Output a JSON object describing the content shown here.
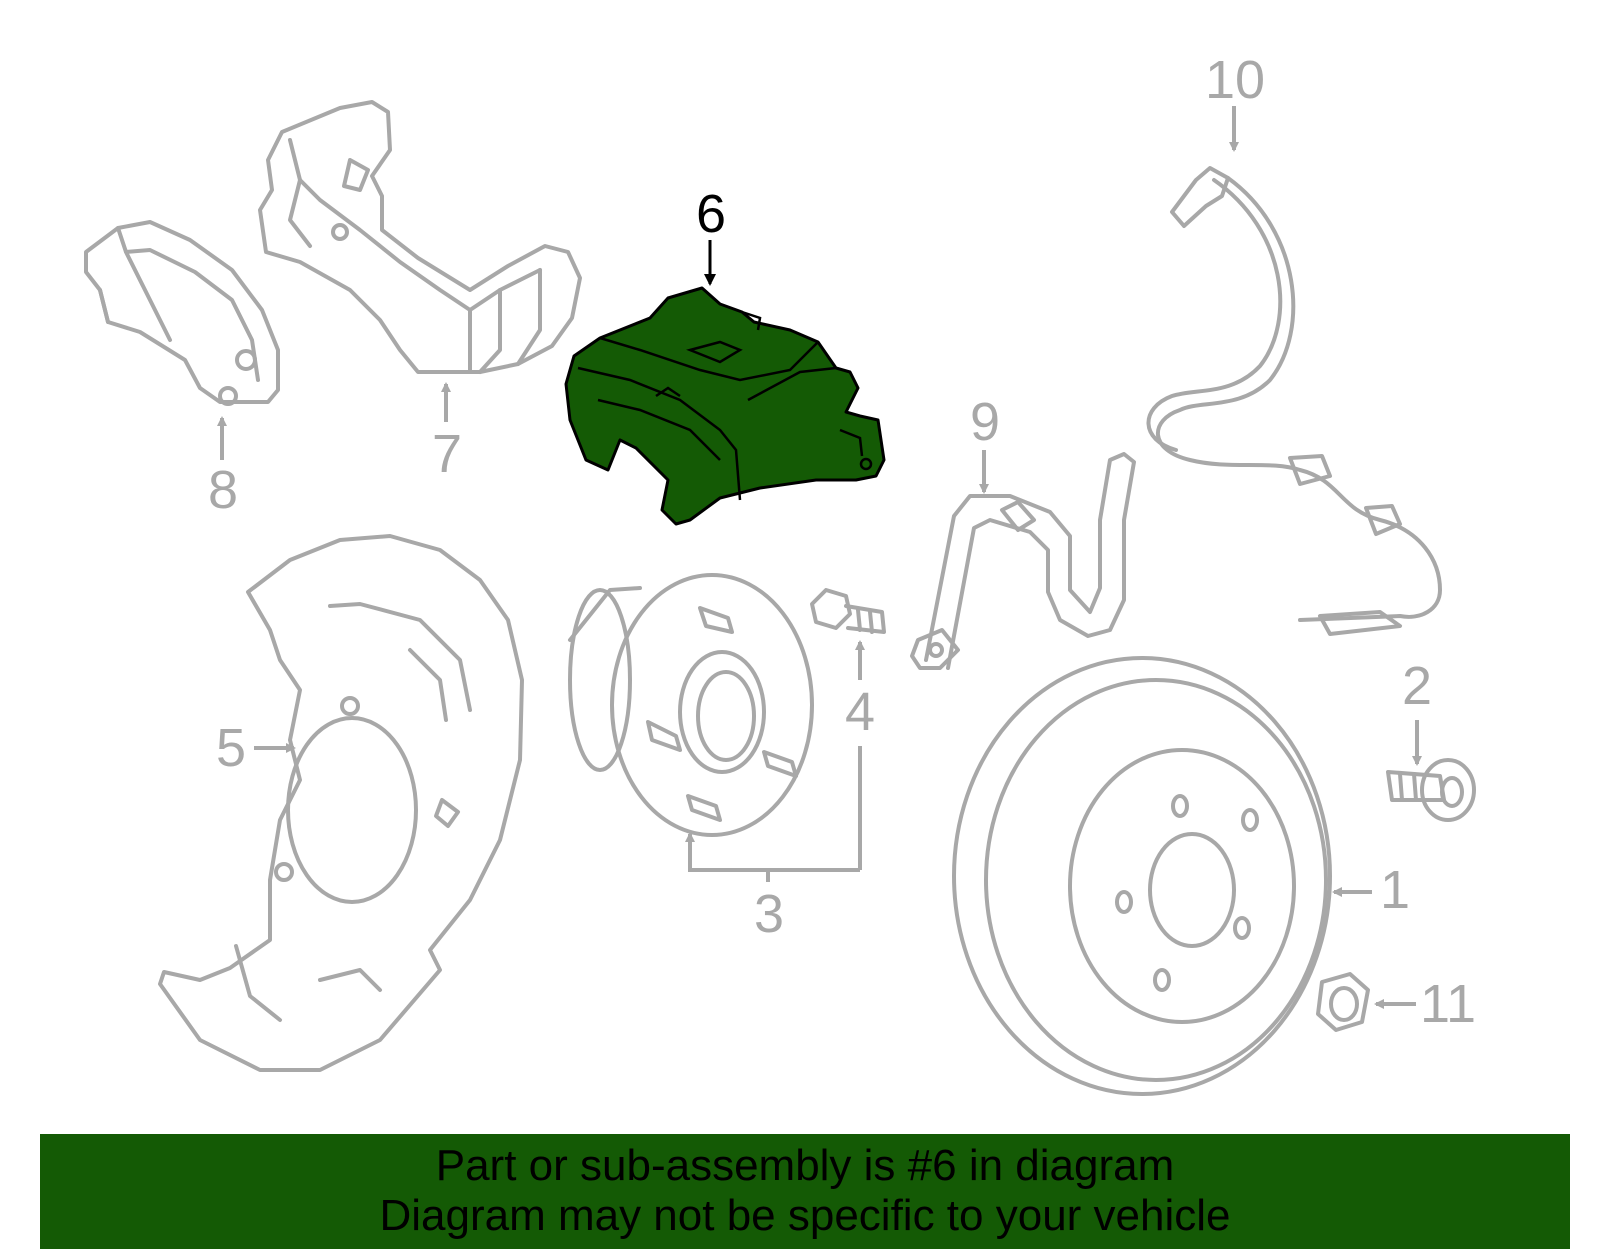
{
  "diagram": {
    "highlighted_part": "6",
    "colors": {
      "part_outline": "#a8a8a8",
      "label_color": "#a8a8a8",
      "highlight_fill": "#145a05",
      "highlight_label": "#000000",
      "banner_background": "#145a05"
    },
    "callouts": {
      "c1": "1",
      "c2": "2",
      "c3": "3",
      "c4": "4",
      "c5": "5",
      "c6": "6",
      "c7": "7",
      "c8": "8",
      "c9": "9",
      "c10": "10",
      "c11": "11"
    }
  },
  "banner": {
    "line1": "Part or sub-assembly is #6 in diagram",
    "line2": "Diagram may not be specific to your vehicle"
  }
}
